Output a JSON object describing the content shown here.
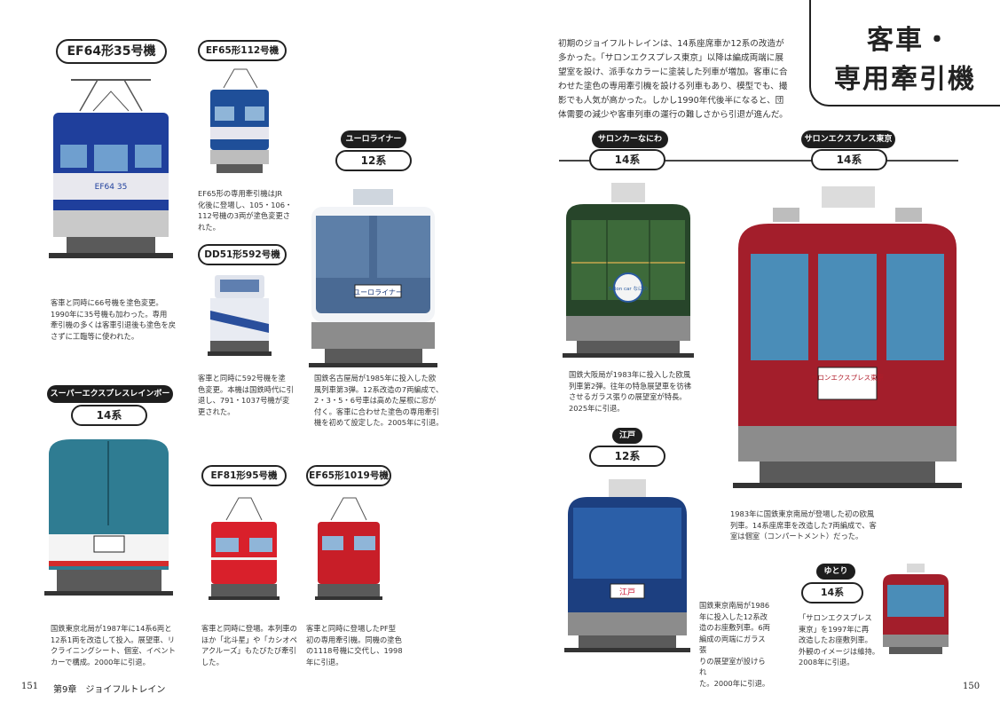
{
  "page": {
    "left_number": "151",
    "chapter": "第9章　ジョイフルトレイン",
    "right_number": "150"
  },
  "heading": {
    "line1": "客車・",
    "line2": "専用牽引機"
  },
  "intro": {
    "lines": [
      "初期のジョイフルトレインは、14系座席車か12系の改造が",
      "多かった。「サロンエクスプレス東京」以降は編成両端に展",
      "望室を設け、派手なカラーに塗装した列車が増加。客車に合",
      "わせた塗色の専用牽引機を設ける列車もあり、模型でも、撮",
      "影でも人気が高かった。しかし1990年代後半になると、団",
      "体需要の減少や客車列車の運行の難しさから引退が進んだ。"
    ]
  },
  "entries": {
    "ef64_35": {
      "label": "EF64形35号機",
      "plate": "EF64 35",
      "caption": [
        "客車と同時に66号機を塗色変更。",
        "1990年に35号機も加わった。専用",
        "牽引機の多くは客車引退後も塗色を戻",
        "さずに工臨等に使われた。"
      ]
    },
    "ef65_112": {
      "label": "EF65形112号機",
      "caption": [
        "EF65形の専用牽引機はJR",
        "化後に登場し、105・106・",
        "112号機の3両が塗色変更さ",
        "れた。"
      ]
    },
    "dd51_592": {
      "label": "DD51形592号機",
      "caption": [
        "客車と同時に592号機を塗",
        "色変更。本機は国鉄時代に引",
        "退し、791・1037号機が変",
        "更された。"
      ]
    },
    "euroliner": {
      "name": "ユーロライナー",
      "series": "12系",
      "sign": "ユーロライナー",
      "caption": [
        "国鉄名古屋局が1985年に投入した欧",
        "風列車第3弾。12系改造の7両編成で、",
        "2・3・5・6号車は高めた屋根に窓が",
        "付く。客車に合わせた塗色の専用牽引",
        "機を初めて設定した。2005年に引退。"
      ]
    },
    "super_express_rainbow": {
      "name": "スーパーエクスプレスレインボー",
      "series": "14系",
      "caption": [
        "国鉄東京北局が1987年に14系6両と",
        "12系1両を改造して投入。展望車、リ",
        "クライニングシート、個室、イベント",
        "カーで構成。2000年に引退。"
      ]
    },
    "ef81_95": {
      "label": "EF81形95号機",
      "caption": [
        "客車と同時に登場。本列車の",
        "ほか「北斗星」や「カシオペ",
        "アクルーズ」もたびたび牽引",
        "した。"
      ]
    },
    "ef65_1019": {
      "label": "EF65形1019号機",
      "caption": [
        "客車と同時に登場したPF型",
        "初の専用牽引機。同機の塗色",
        "の1118号機に交代し、1998",
        "年に引退。"
      ]
    },
    "salon_naniwa": {
      "name": "サロンカーなにわ",
      "series": "14系",
      "emblem": "Salon car なにわ",
      "caption": [
        "国鉄大阪局が1983年に投入した欧風",
        "列車第2弾。往年の特急展望車を彷彿",
        "させるガラス張りの展望室が特長。",
        "2025年に引退。"
      ]
    },
    "salon_express_tokyo": {
      "name": "サロンエクスプレス東京",
      "series": "14系",
      "sign": "サロンエクスプレス東京",
      "caption": [
        "1983年に国鉄東京南局が登場した初の欧風",
        "列車。14系座席車を改造した7両編成で、客",
        "室は個室（コンパートメント）だった。"
      ]
    },
    "edo": {
      "name": "江戸",
      "series": "12系",
      "sign": "江戸",
      "caption": [
        "国鉄東京南局が1986",
        "年に投入した12系改",
        "造のお座敷列車。6両",
        "編成の両端にガラス張",
        "りの展望室が設けられ",
        "た。2000年に引退。"
      ]
    },
    "yutori": {
      "name": "ゆとり",
      "series": "14系",
      "caption": [
        "「サロンエクスプレス",
        "東京」を1997年に再",
        "改造したお座敷列車。",
        "外観のイメージは維持。",
        "2008年に引退。"
      ]
    }
  },
  "colors": {
    "ef64_blue": "#1f3f9c",
    "euro_blue": "#4a6a94",
    "rainbow_teal": "#2f7c92",
    "naniwa_green": "#27452a",
    "salon_red": "#a31e2b",
    "edo_blue": "#1c3f80",
    "ef81_red": "#d9202b",
    "bogie_gray": "#5a5a5a"
  }
}
